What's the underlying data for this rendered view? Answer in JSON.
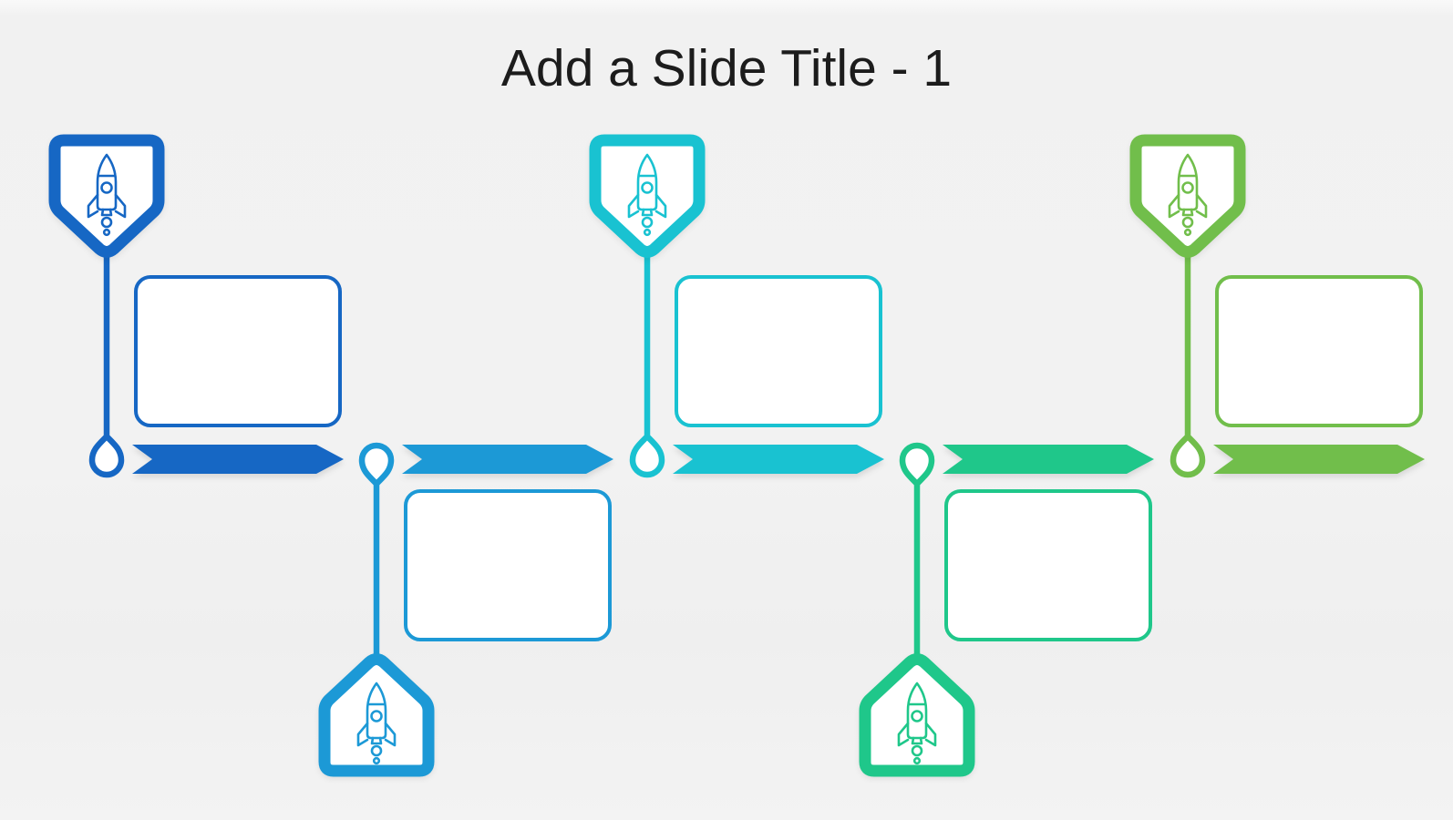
{
  "slide": {
    "title": "Add a Slide Title - 1",
    "background_color": "#f2f2f2",
    "title_color": "#1c1c1c"
  },
  "timeline": {
    "milestones": [
      {
        "name": "milestone-1",
        "badge_position": "top",
        "color": "#1667C4",
        "icon": "rocket-icon",
        "box_text": ""
      },
      {
        "name": "milestone-2",
        "badge_position": "bottom",
        "color": "#1C99D6",
        "icon": "rocket-icon",
        "box_text": ""
      },
      {
        "name": "milestone-3",
        "badge_position": "top",
        "color": "#19C2D1",
        "icon": "rocket-icon",
        "box_text": ""
      },
      {
        "name": "milestone-4",
        "badge_position": "bottom",
        "color": "#1FC78A",
        "icon": "rocket-icon",
        "box_text": ""
      },
      {
        "name": "milestone-5",
        "badge_position": "top",
        "color": "#71BE4B",
        "icon": "rocket-icon",
        "box_text": ""
      }
    ]
  }
}
